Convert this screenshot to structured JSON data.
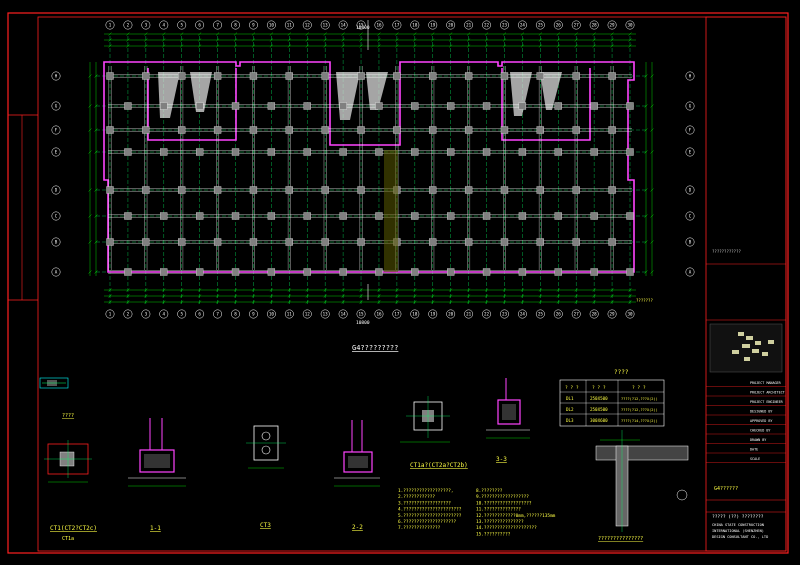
{
  "axes": {
    "top_numbers": [
      "1",
      "2",
      "3",
      "4",
      "5",
      "6",
      "7",
      "8",
      "9",
      "10",
      "11",
      "12",
      "13",
      "14",
      "15",
      "16",
      "17",
      "18",
      "19",
      "20",
      "21",
      "22",
      "23",
      "24",
      "25",
      "26",
      "27",
      "28",
      "29",
      "30"
    ],
    "left_letters": [
      "H",
      "G",
      "F",
      "E",
      "D",
      "C",
      "B",
      "A"
    ],
    "right_letters": [
      "H",
      "G",
      "F",
      "E",
      "D",
      "C",
      "B",
      "A"
    ]
  },
  "plan": {
    "title": "G4?????????",
    "overall_dim": "10800",
    "bottom_note": "????????",
    "right_note": "???????"
  },
  "legend_block": {
    "label_top": "????"
  },
  "details": {
    "ct1_title": "CT1(CT2?CT2c)",
    "ct1_sub": "CT1a",
    "sec11": "1-1",
    "ct3": "CT3",
    "sec22": "2-2",
    "ct1a2_title": "CT1a?(CT2a?CT2b)",
    "sec33": "3-3",
    "sec_note": "???"
  },
  "table": {
    "title": "????",
    "headers": [
      "? ? ?",
      "? ? ?",
      "? ? ?"
    ],
    "rows": [
      [
        "DL1",
        "250X500",
        "????(?12,???X(2))"
      ],
      [
        "DL2",
        "250X500",
        "????(?12,???X(2))"
      ],
      [
        "DL3",
        "300X600",
        "????(?14,???X(2))"
      ]
    ]
  },
  "notes": {
    "col1": [
      "1.??????????????????,",
      "2.????????????",
      "3.??????????????????",
      "4.??????????????????????",
      "5.??????????????????????",
      "6.????????????????????",
      "7.??????????????"
    ],
    "col2": [
      "8.????????",
      "9.??????????????????",
      "10.??????????????????",
      "11.??????????????",
      "12.????????????0mm,??????135mm",
      "13.???????????????",
      "14.????????????????????",
      "15.??????????"
    ]
  },
  "detail_bottom_caption": "???????????????",
  "title_block": {
    "rows": [
      "????????????",
      "PROJECT MANAGER",
      "PROJECT ARCHITECT",
      "PROJECT ENGINEER",
      "DESIGNED BY",
      "APPROVED BY",
      "CHECKED BY",
      "DRAWN BY",
      "DATE",
      "SCALE"
    ],
    "drawing_no": "G4??????",
    "company_cn": "????? (??) ????????",
    "company_en1": "CHINA STATE CONSTRUCTION",
    "company_en2": "INTERNATIONAL (SHENZHEN)",
    "company_en3": "DESIGN CONSULTANT CO., LTD",
    "rev_small": "??1-1??"
  },
  "colors": {
    "bg": "#000000",
    "wall": "#ff44ff",
    "axis": "#00ff66",
    "dim": "#00ff00",
    "beam": "#ffffff",
    "column": "#808080",
    "text_yellow": "#ffff44",
    "frame_red": "#ff2020",
    "cyan": "#00ffff"
  }
}
